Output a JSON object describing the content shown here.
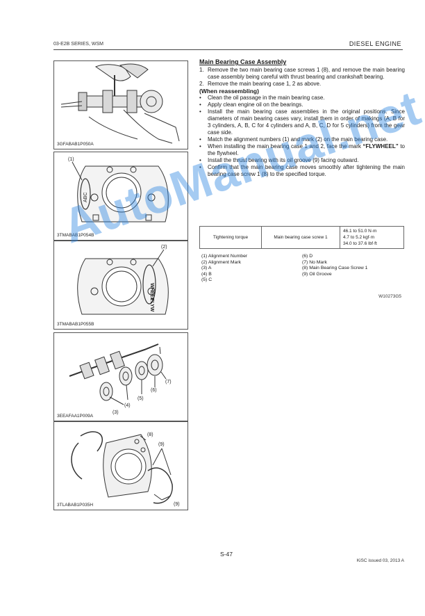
{
  "header": {
    "left": "03-E2B SERIES, WSM",
    "right": "DIESEL ENGINE"
  },
  "figures": [
    {
      "caption": "3GFABAB1P050A"
    },
    {
      "caption": "3TMABAB1P054B",
      "callouts": [
        "(1)"
      ],
      "marks": [
        "ABC"
      ]
    },
    {
      "caption": "3TMABAB1P055B",
      "callouts": [
        "(2)"
      ],
      "marks": [
        "WHEEL",
        "FLYW"
      ]
    },
    {
      "caption": "3EEAFAA1P009A",
      "callouts": [
        "(3)",
        "(4)",
        "(5)",
        "(6)",
        "(7)"
      ]
    },
    {
      "caption": "3TLABAB1P035H",
      "callouts": [
        "(8)",
        "(9)",
        "(9)"
      ]
    }
  ],
  "section": {
    "title": "Main Bearing Case Assembly",
    "steps": [
      {
        "mk": "1.",
        "text": "Remove the two main bearing case screws 1 (8), and remove the main bearing case assembly being careful with thrust bearing and crankshaft bearing."
      },
      {
        "mk": "2.",
        "text": "Remove the main bearing case 1, 2 as above."
      }
    ],
    "reassembly_heading": "(When reassembling)",
    "bullets": [
      {
        "mk": "•",
        "text": "Clean the oil passage in the main bearing case."
      },
      {
        "mk": "•",
        "text": "Apply clean engine oil on the bearings."
      },
      {
        "mk": "•",
        "text": "Install the main bearing case assemblies in the original positions. Since diameters of main bearing cases vary, install them in order of makings (A, B for 3 cylinders, A, B, C for 4 cylinders and A, B, C, D for 5 cylinders) from the gear case side."
      },
      {
        "mk": "•",
        "text": "Match the alignment numbers (1) and mark (2) on the main bearing case."
      },
      {
        "mk": "•",
        "text_before": "When installing the main bearing case 1 and 2, face the mark ",
        "text_bold": "“FLYWHEEL”",
        "text_after": " to the flywheel."
      },
      {
        "mk": "•",
        "text": "Install the thrust bearing with its oil groove (9) facing outward."
      },
      {
        "mk": "•",
        "text": "Confirm that the main bearing case moves smoothly after tightening the main bearing case screw 1 (8) to the specified torque."
      }
    ]
  },
  "torque_table": {
    "label": "Tightening torque",
    "item": "Main bearing case screw 1",
    "values": [
      "46.1 to 51.0 N·m",
      "4.7 to 5.2 kgf·m",
      "34.0 to 37.6 lbf·ft"
    ]
  },
  "legend": {
    "left": [
      "(1) Alignment Number",
      "(2) Alignment Mark",
      "(3) A",
      "(4) B",
      "(5) C"
    ],
    "right": [
      "(6) D",
      "(7) No Mark",
      "(8) Main Bearing Case Screw 1",
      "(9) Oil Groove"
    ]
  },
  "code": "W10273G5",
  "footer": {
    "page": "S-47",
    "issued": "KiSC issued 03, 2013 A"
  },
  "watermark": "AutoManual.net",
  "colors": {
    "watermark": "#2f86e0",
    "line": "#333333"
  }
}
